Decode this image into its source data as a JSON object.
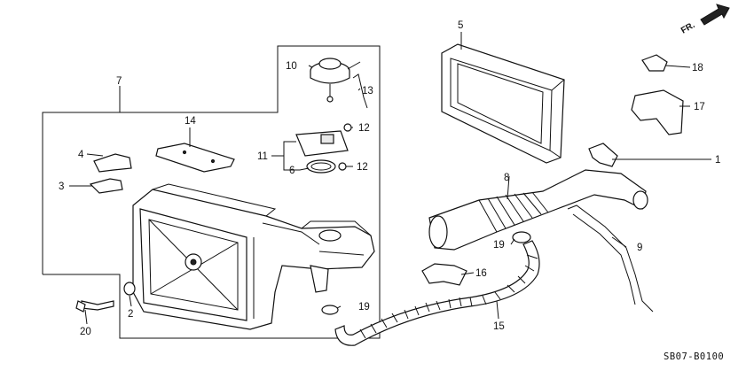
{
  "diagram_code": "SB07-B0100",
  "direction_label": "FR.",
  "callouts": [
    "1",
    "2",
    "3",
    "4",
    "5",
    "6",
    "7",
    "8",
    "9",
    "10",
    "11",
    "12",
    "12",
    "13",
    "14",
    "15",
    "16",
    "17",
    "18",
    "19",
    "19",
    "20"
  ]
}
